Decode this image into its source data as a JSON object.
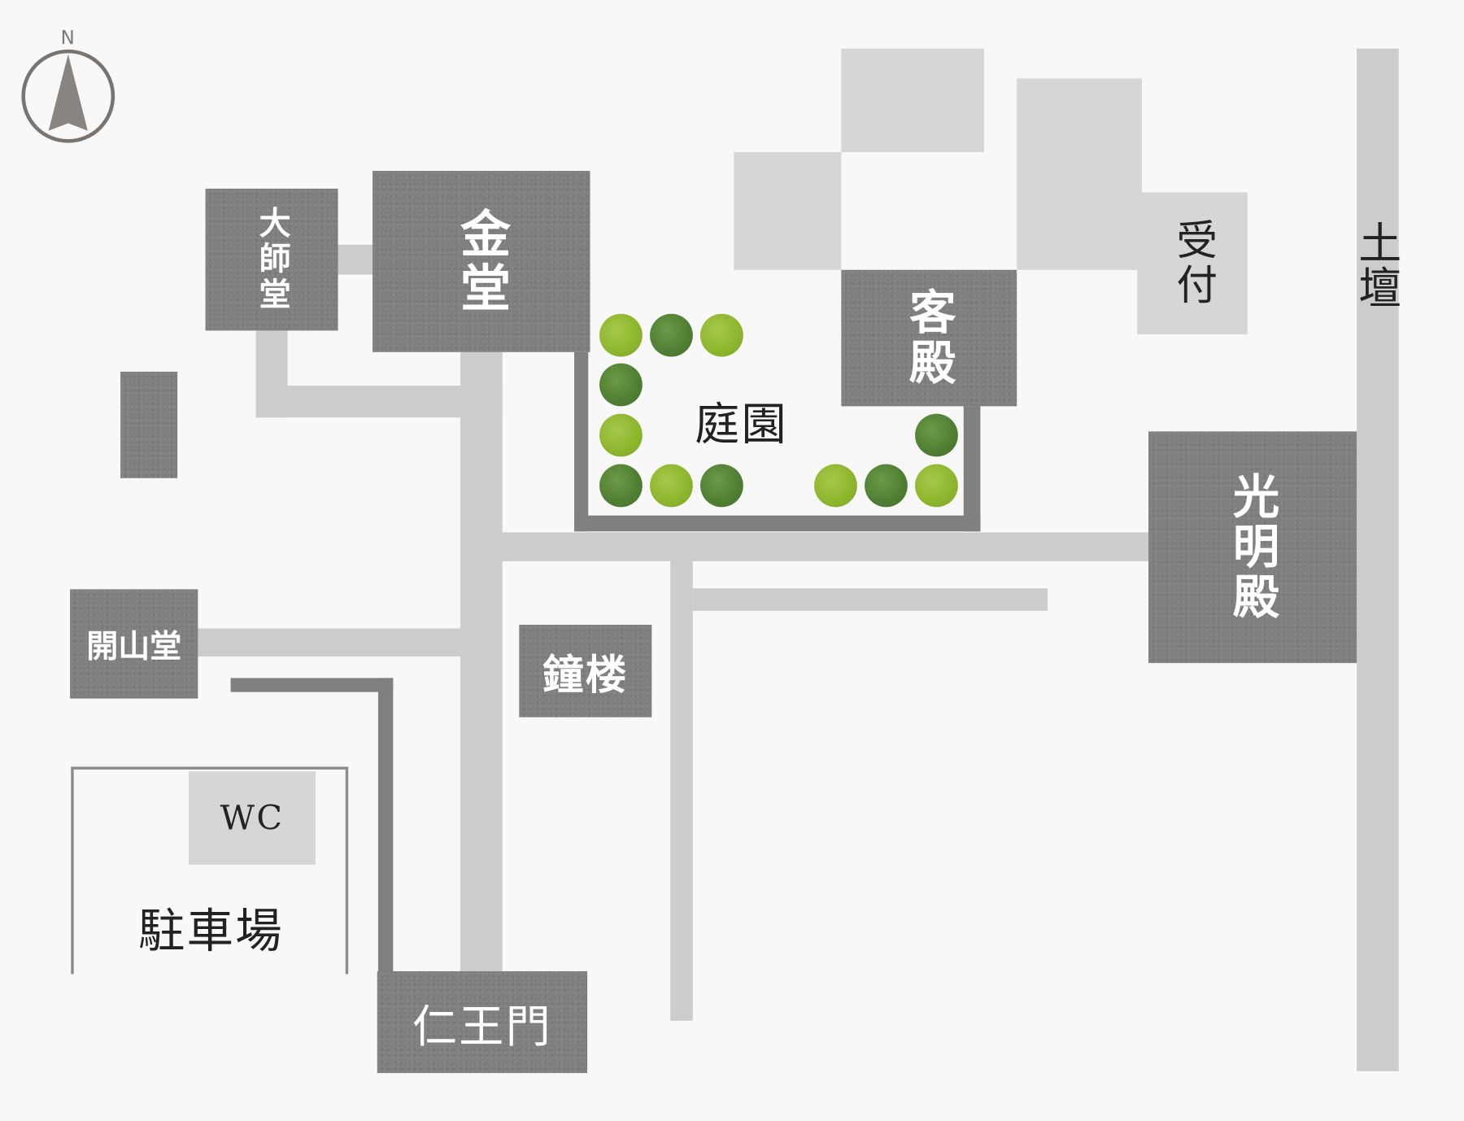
{
  "compass": {
    "label": "N"
  },
  "buildings": {
    "kondo": "金堂",
    "daishido": "大師堂",
    "kyakuden": "客殿",
    "uketsuke": "受付",
    "kaisando": "開山堂",
    "shoro": "鐘楼",
    "komyoden": "光明殿",
    "niomon": "仁王門",
    "wc": "WC",
    "dodan": "土壇"
  },
  "areas": {
    "garden": "庭園",
    "parking": "駐車場"
  },
  "colors": {
    "building": "#7f7f7f",
    "path": "#cccccc",
    "light_building": "#d6d6d6",
    "wall": "#808080",
    "tree_light": "#8cb52c",
    "tree_dark": "#4f7e33",
    "background": "#f8f8f8"
  }
}
